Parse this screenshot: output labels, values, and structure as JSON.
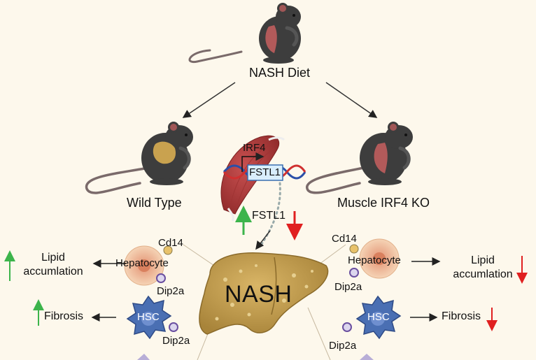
{
  "diet_label": "NASH Diet",
  "wild_type_label": "Wild Type",
  "ko_label": "Muscle IRF4 KO",
  "irf4_label": "IRF4",
  "fstl1_gene_label": "FSTL1",
  "fstl1_protein_label": "FSTL1",
  "liver_label": "NASH",
  "left": {
    "lipid_line1": "Lipid",
    "lipid_line2": "accumlation",
    "hepatocyte": "Hepatocyte",
    "cd14": "Cd14",
    "dip2a_1": "Dip2a",
    "hsc": "HSC",
    "dip2a_2": "Dip2a",
    "fibrosis": "Fibrosis"
  },
  "right": {
    "cd14": "Cd14",
    "hepatocyte": "Hepatocyte",
    "dip2a_1": "Dip2a",
    "lipid_line1": "Lipid",
    "lipid_line2": "accumlation",
    "hsc": "HSC",
    "fibrosis": "Fibrosis",
    "dip2a_2": "Dip2a"
  },
  "colors": {
    "background": "#fdf8ec",
    "up_arrow": "#3cb44b",
    "down_arrow": "#e02020",
    "mouse_body": "#3d3d3d",
    "mouse_ear": "#b25a5a",
    "liver": "#c9a24f",
    "muscle": "#b23a3a",
    "hsc": "#4a6fb3",
    "hepatocyte": "#f2c7a2"
  }
}
